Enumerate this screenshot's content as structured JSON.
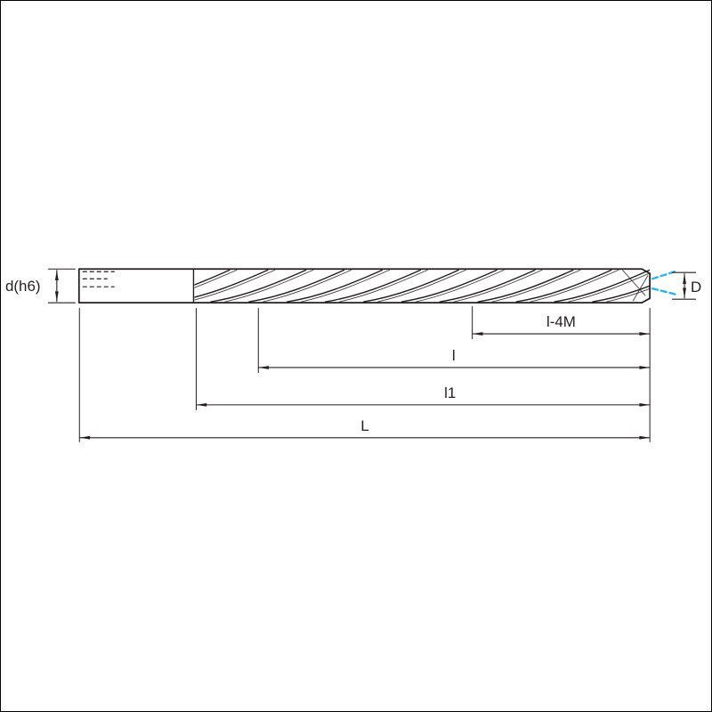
{
  "diagram": {
    "type": "technical-drawing",
    "colors": {
      "line": "#231f20",
      "coolant": "#2fb3e3",
      "background": "#ffffff"
    },
    "labels": {
      "shank_diameter": "d(h6)",
      "cutting_diameter": "D",
      "dim_l_minus_4m": "l-4M",
      "dim_l": "l",
      "dim_l1": "l1",
      "dim_L": "L"
    }
  }
}
